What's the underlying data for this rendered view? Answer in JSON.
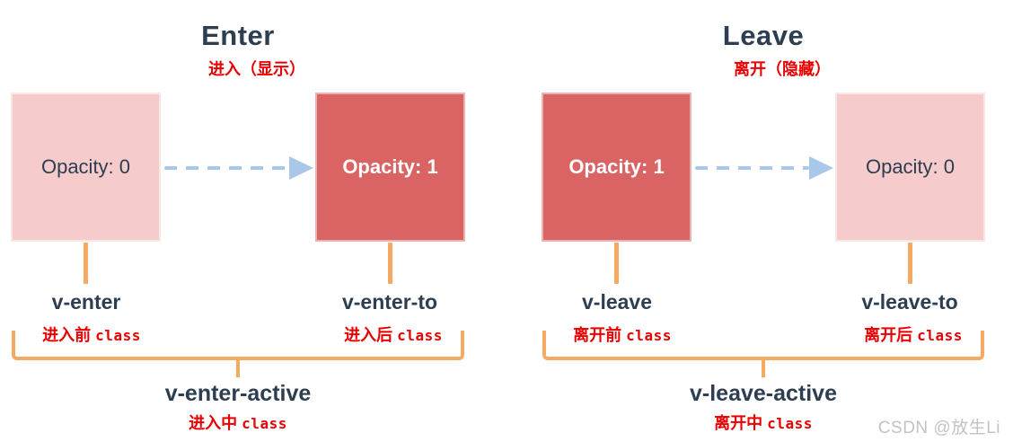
{
  "colors": {
    "box_light": "#f5cccb",
    "box_dark": "#d96463",
    "heading_navy": "#2c3e50",
    "annotation_red": "#e80000",
    "connector_orange": "#f5a963",
    "arrow_blue": "#a9c7e8",
    "watermark_gray": "#c3c3c3"
  },
  "sections": {
    "enter": {
      "title": "Enter",
      "subtitle": "进入（显示）",
      "from_box": {
        "text": "Opacity: 0",
        "variant": "light"
      },
      "to_box": {
        "text": "Opacity: 1",
        "variant": "dark"
      },
      "from_label": {
        "name": "v-enter",
        "zh": "进入前",
        "code": "class"
      },
      "to_label": {
        "name": "v-enter-to",
        "zh": "进入后",
        "code": "class"
      },
      "active_label": {
        "name": "v-enter-active",
        "zh": "进入中",
        "code": "class"
      }
    },
    "leave": {
      "title": "Leave",
      "subtitle": "离开（隐藏）",
      "from_box": {
        "text": "Opacity: 1",
        "variant": "dark"
      },
      "to_box": {
        "text": "Opacity: 0",
        "variant": "light"
      },
      "from_label": {
        "name": "v-leave",
        "zh": "离开前",
        "code": "class"
      },
      "to_label": {
        "name": "v-leave-to",
        "zh": "离开后",
        "code": "class"
      },
      "active_label": {
        "name": "v-leave-active",
        "zh": "离开中",
        "code": "class"
      }
    }
  },
  "watermark": "CSDN @放生Li"
}
